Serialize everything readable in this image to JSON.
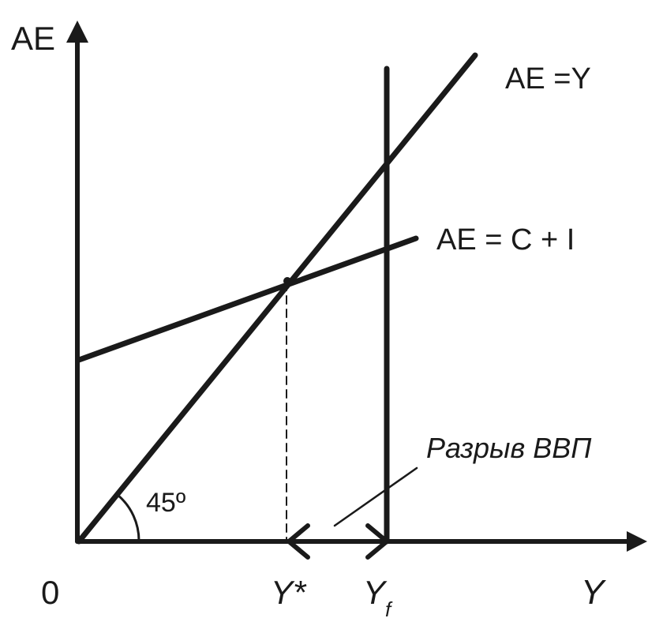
{
  "diagram": {
    "axes": {
      "y_label": "AE",
      "x_label": "Y",
      "origin_label": "0"
    },
    "lines": {
      "forty_five_label": "AE =Y",
      "expenditure_label": "AE = C + I"
    },
    "angle_label": "45º",
    "points": {
      "equilibrium_label": "Y*",
      "full_employment_main": "Y",
      "full_employment_sub": "f"
    },
    "gap_label": "Разрыв ВВП",
    "colors": {
      "ink": "#1a1a1a",
      "background": "#ffffff"
    }
  }
}
